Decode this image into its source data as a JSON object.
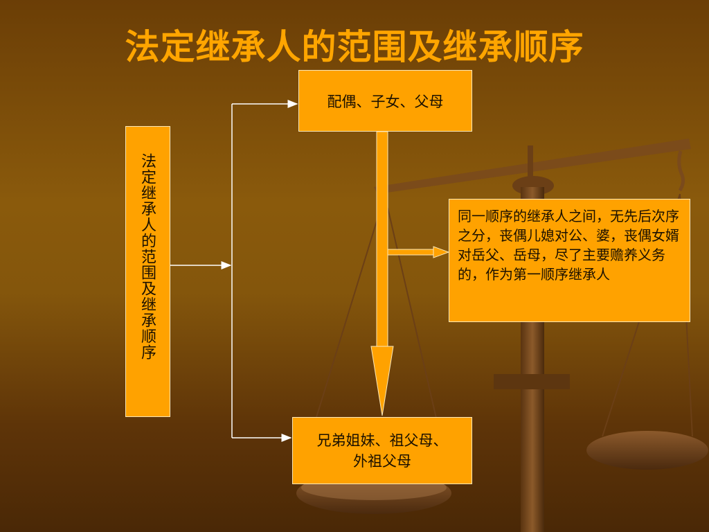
{
  "title": "法定继承人的范围及继承顺序",
  "boxes": {
    "left": "法定继承人的范围及继承顺序",
    "top": "配偶、子女、父母",
    "right": "同一顺序的继承人之间，无先后次序之分，丧偶儿媳对公、婆，丧偶女婿对岳父、岳母，尽了主要赡养义务的，作为第一顺序继承人",
    "bottom": "兄弟姐妹、祖父母、外祖父母"
  },
  "colors": {
    "box_fill": "#ffa200",
    "title": "#ffa500"
  },
  "icons": [
    "scale-of-justice-icon"
  ]
}
